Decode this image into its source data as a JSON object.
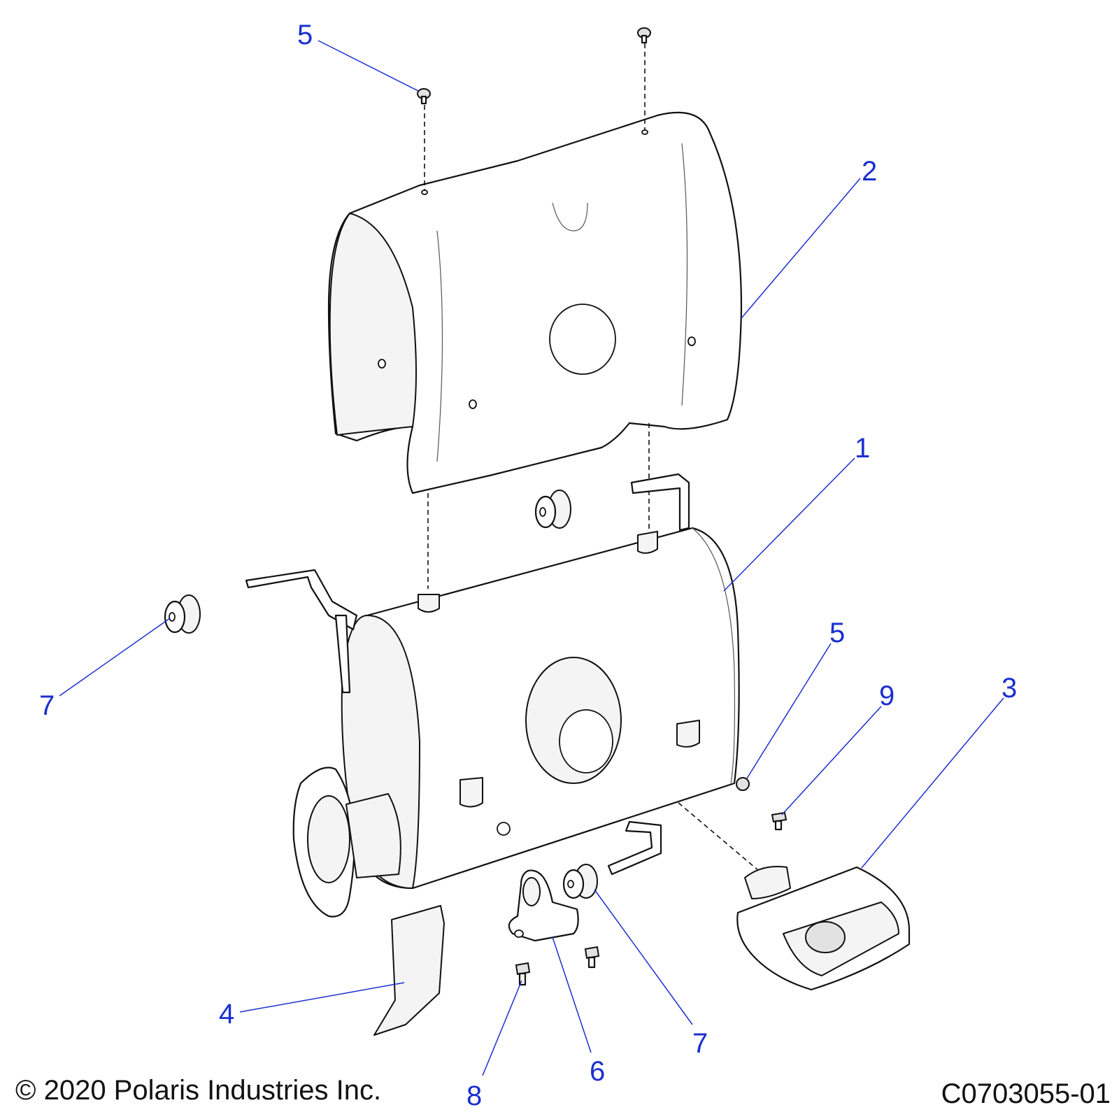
{
  "callouts": {
    "c5_top": "5",
    "c2": "2",
    "c1": "1",
    "c7_left": "7",
    "c5_right": "5",
    "c9": "9",
    "c3": "3",
    "c4": "4",
    "c8": "8",
    "c6": "6",
    "c7_bottom": "7"
  },
  "footer": {
    "copyright": "© 2020 Polaris Industries Inc.",
    "drawing_number": "C0703055-01"
  },
  "colors": {
    "callout": "#1a2fd0",
    "line": "#111111"
  }
}
